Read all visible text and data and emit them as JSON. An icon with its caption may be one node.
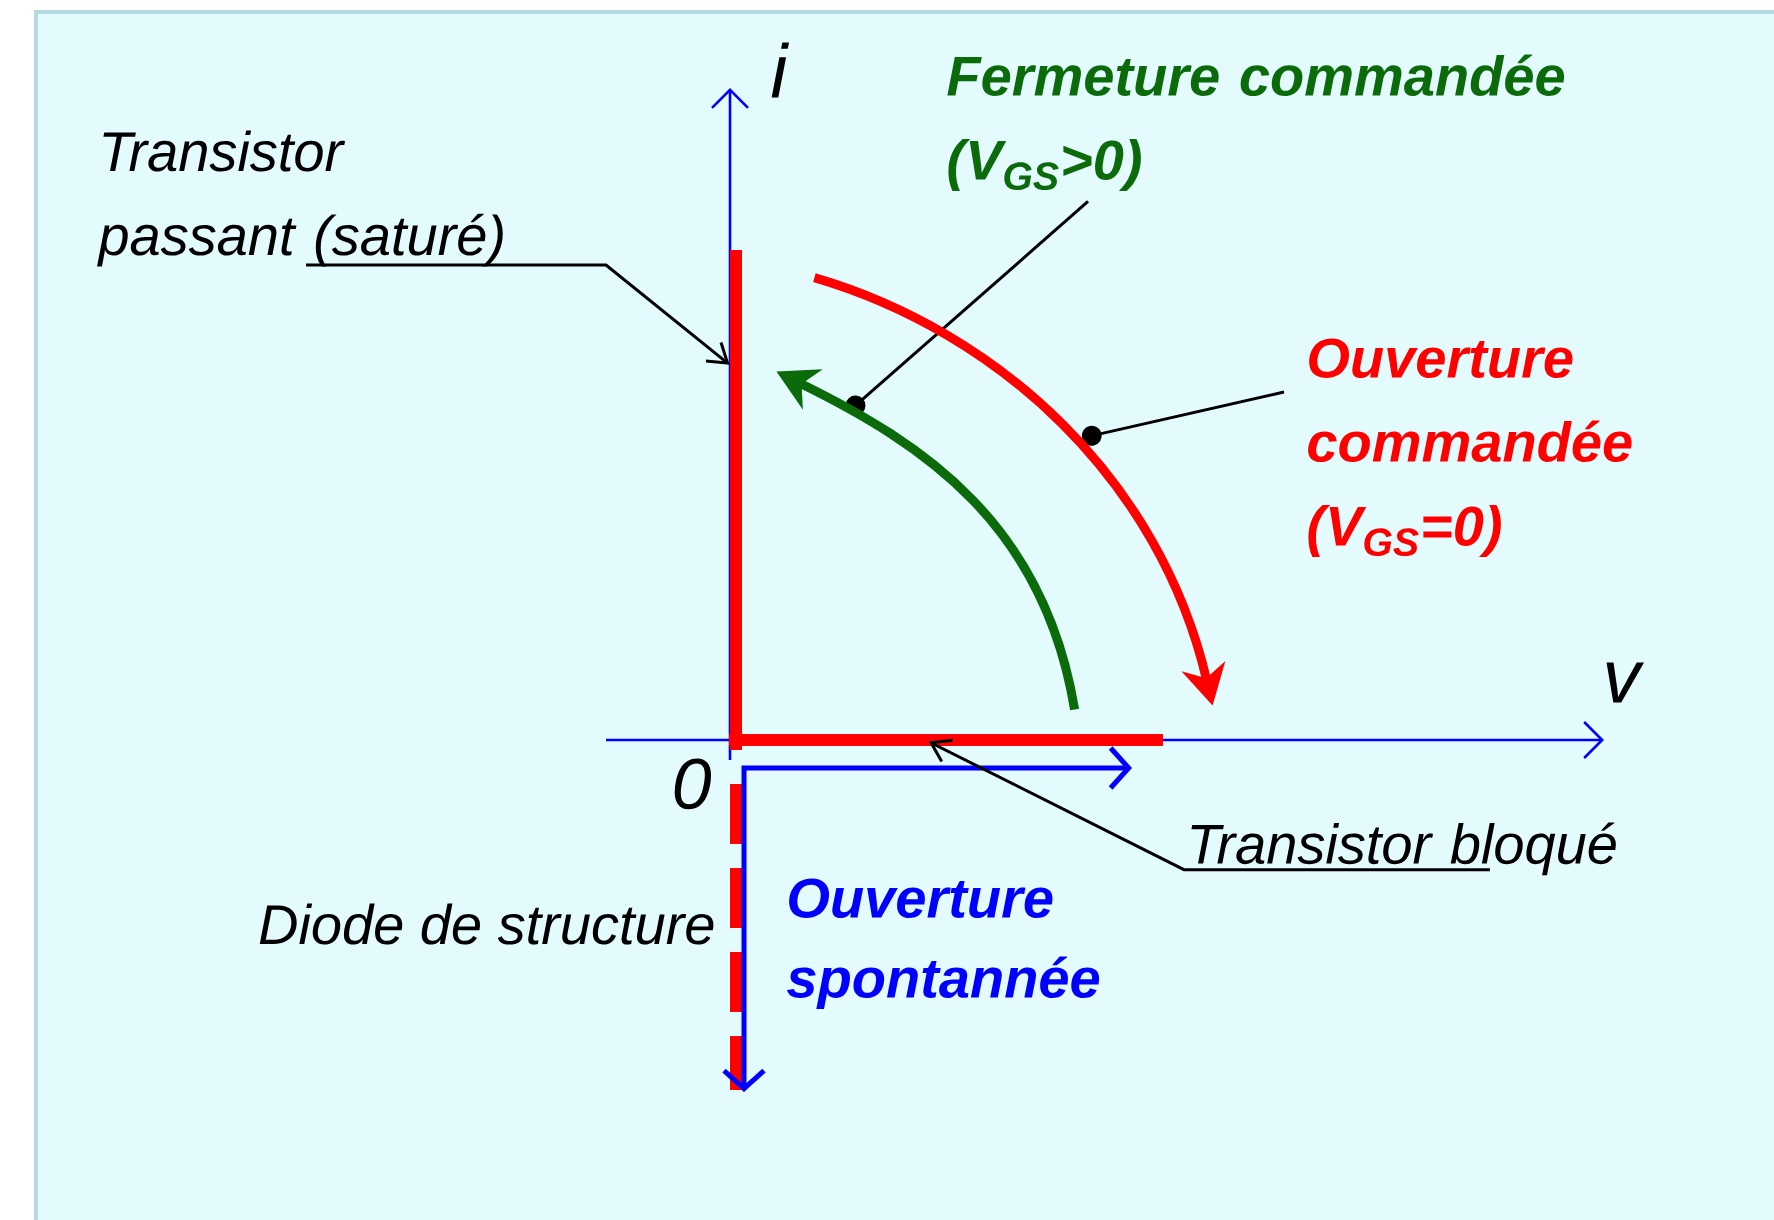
{
  "diagram": {
    "nodes": [
      {
        "text": [
          "Transistor passant (saturé)"
        ]
      },
      {
        "text": [],
        "shape": "bar"
      },
      {
        "text": [
          "Fermeture commandée (V$_{GS}$>0)"
        ]
      },
      {
        "text": [
          "Ouverture commandée (V$_{GS}$=0)"
        ]
      },
      {
        "text": [
          "Transistor bloqué"
        ]
      },
      {
        "text": [],
        "shape": "bar"
      }
    ],
    "edges": [
      {
        "from": 0,
        "to": 1,
        "arrow": "to"
      },
      {
        "from": 2,
        "to": null,
        "arrow": "other"
      },
      {
        "from": 3,
        "to": null,
        "arrow": "other"
      },
      {
        "from": 4,
        "to": 5,
        "arrow": "to"
      },
      {
        "from": 5,
        "to": 1,
        "arrow": "to",
        "style": "thick",
        "color": "#0b6b0b"
      },
      {
        "from": 1,
        "to": 5,
        "arrow": "to",
        "style": "thick",
        "color": "#ff0000"
      }
    ],
    "labels": [
      "i",
      "v",
      "0",
      "Diode de structure",
      "Ouverture spontannée"
    ]
  }
}
